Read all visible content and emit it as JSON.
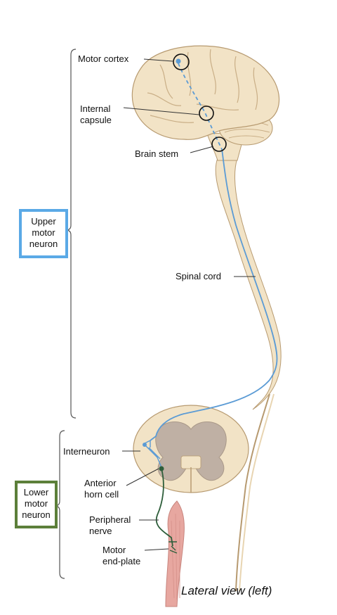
{
  "labels": {
    "motor_cortex": "Motor cortex",
    "internal_capsule": [
      "Internal",
      "capsule"
    ],
    "brain_stem": "Brain stem",
    "spinal_cord": "Spinal cord",
    "interneuron": "Interneuron",
    "anterior_horn_cell": [
      "Anterior",
      "horn cell"
    ],
    "peripheral_nerve": [
      "Peripheral",
      "nerve"
    ],
    "motor_end_plate": [
      "Motor",
      "end-plate"
    ]
  },
  "boxes": {
    "upper_motor_neuron": [
      "Upper",
      "motor",
      "neuron"
    ],
    "lower_motor_neuron": [
      "Lower",
      "motor",
      "neuron"
    ]
  },
  "caption": "Lateral view (left)",
  "colors": {
    "upper_pathway": "#5b9bd5",
    "lower_pathway": "#2e5e3a",
    "upper_box_border": "#5aa9e6",
    "lower_box_border": "#5c7f3a",
    "brain_fill": "#f2e3c6",
    "grey_matter": "#bfb0a4",
    "muscle": "#e7a7a0"
  }
}
